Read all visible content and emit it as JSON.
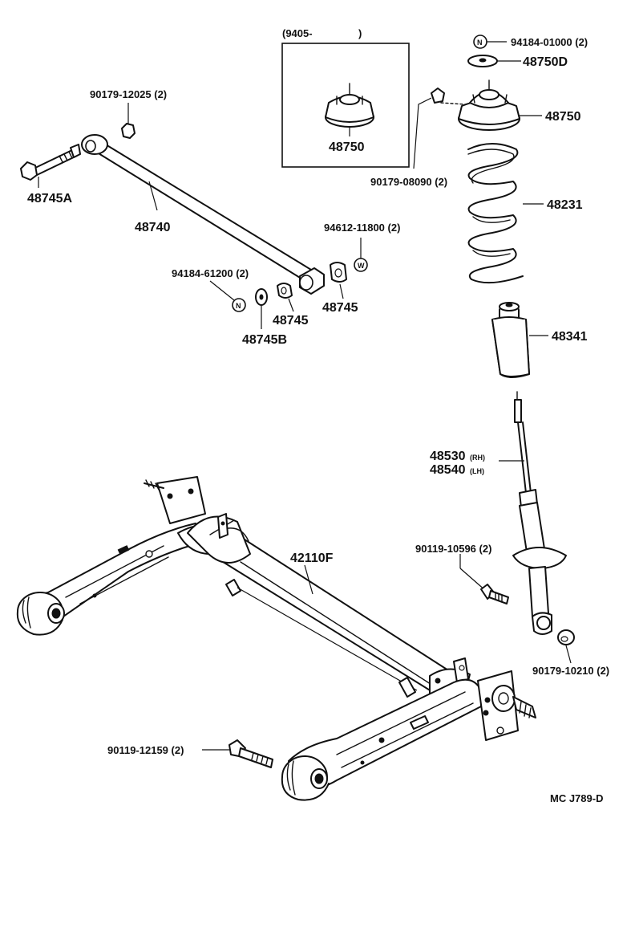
{
  "inset": {
    "date_code": "(9405-",
    "date_close": ")",
    "part": "48750"
  },
  "labels": {
    "p_94184_01000": "94184-01000 (2)",
    "p_48750D": "48750D",
    "p_48750": "48750",
    "p_90179_12025": "90179-12025 (2)",
    "p_48745A": "48745A",
    "p_48740": "48740",
    "p_90179_08090": "90179-08090 (2)",
    "p_48231": "48231",
    "p_94612_11800": "94612-11800 (2)",
    "p_94184_61200": "94184-61200 (2)",
    "p_48745_a": "48745",
    "p_48745_b": "48745",
    "p_48745B": "48745B",
    "p_48341": "48341",
    "p_48530": "48530",
    "p_rh": "(RH)",
    "p_48540": "48540",
    "p_lh": "(LH)",
    "p_42110F": "42110F",
    "p_90119_10596": "90119-10596 (2)",
    "p_90179_10210": "90179-10210 (2)",
    "p_90119_12159": "90119-12159 (2)",
    "ref_code": "MC J789-D"
  },
  "symbols": {
    "nut_n": "N",
    "washer_w": "W"
  }
}
